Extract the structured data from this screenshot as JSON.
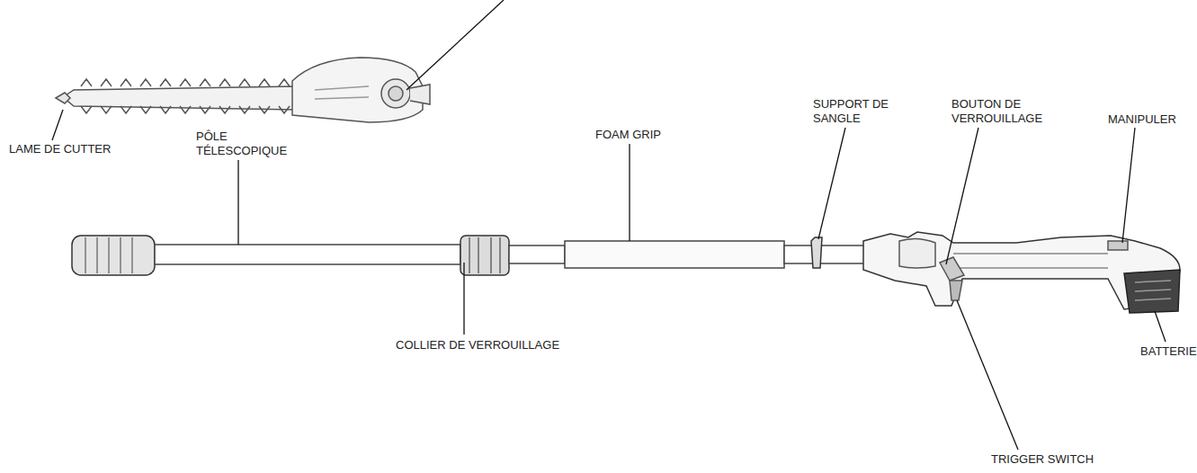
{
  "diagram": {
    "labels": [
      "SUPPORT DE SANGLE",
      "BOUTON DE VERROUILLAGE",
      "FOAM GRIP",
      "MANIPULER",
      "LAME DE CUTTER",
      "PÔLE TÉLESCOPIQUE",
      "COLLIER DE VERROUILLAGE",
      "BATTERIE",
      "TRIGGER SWITCH"
    ]
  }
}
